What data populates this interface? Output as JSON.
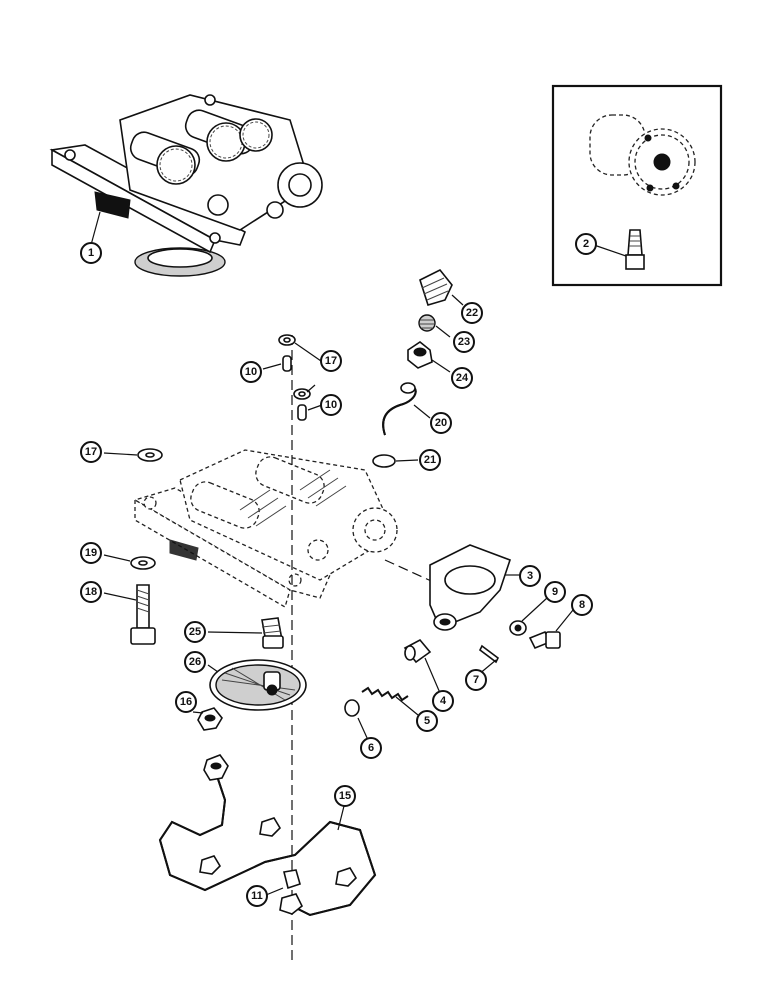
{
  "callouts": [
    {
      "id": "c1",
      "label": "1"
    },
    {
      "id": "c2",
      "label": "2"
    },
    {
      "id": "c3",
      "label": "3"
    },
    {
      "id": "c4",
      "label": "4"
    },
    {
      "id": "c5",
      "label": "5"
    },
    {
      "id": "c6",
      "label": "6"
    },
    {
      "id": "c7",
      "label": "7"
    },
    {
      "id": "c8",
      "label": "8"
    },
    {
      "id": "c9",
      "label": "9"
    },
    {
      "id": "c10a",
      "label": "10"
    },
    {
      "id": "c10b",
      "label": "10"
    },
    {
      "id": "c11",
      "label": "11"
    },
    {
      "id": "c15",
      "label": "15"
    },
    {
      "id": "c16",
      "label": "16"
    },
    {
      "id": "c17a",
      "label": "17"
    },
    {
      "id": "c17b",
      "label": "17"
    },
    {
      "id": "c18",
      "label": "18"
    },
    {
      "id": "c19",
      "label": "19"
    },
    {
      "id": "c20",
      "label": "20"
    },
    {
      "id": "c21",
      "label": "21"
    },
    {
      "id": "c22",
      "label": "22"
    },
    {
      "id": "c23",
      "label": "23"
    },
    {
      "id": "c24",
      "label": "24"
    },
    {
      "id": "c25",
      "label": "25"
    },
    {
      "id": "c26",
      "label": "26"
    }
  ]
}
